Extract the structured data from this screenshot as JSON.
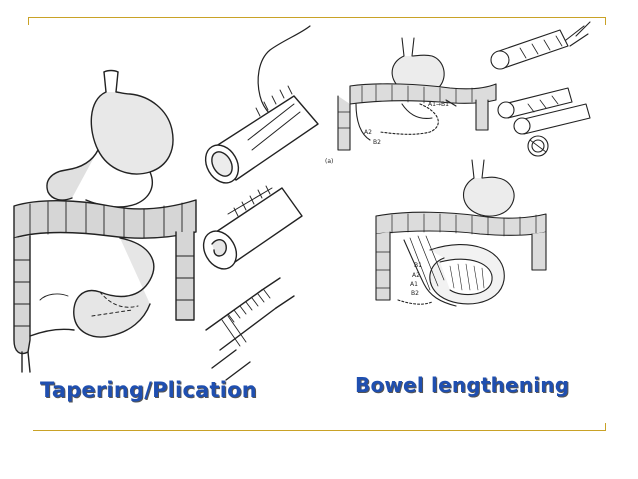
{
  "captions": {
    "left": "Tapering/Plication",
    "right": "Bowel lengthening"
  },
  "figure_labels": {
    "top": [
      "A1→B1",
      "A2",
      "B2",
      "(a)"
    ],
    "bottom": [
      "B1",
      "A2",
      "A1",
      "B2"
    ]
  },
  "colors": {
    "rule": "#c9a227",
    "caption": "#1f4fb0"
  }
}
